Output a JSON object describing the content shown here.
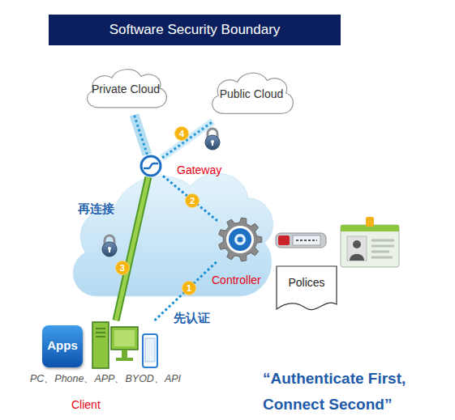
{
  "diagram": {
    "title": "Software Security Boundary",
    "nodes": [
      {
        "text": [
          "Private Cloud"
        ]
      },
      {
        "text": [
          "Public Cloud"
        ]
      },
      {
        "text": [
          "Gateway"
        ]
      },
      {
        "text": [
          "Controller"
        ]
      },
      {
        "text": [
          "Polices"
        ]
      },
      {
        "text": [
          "PC、Phone、APP、BYOD、API",
          "Client"
        ]
      },
      {
        "text": [
          "Apps"
        ],
        "in": 5
      }
    ],
    "edges": [
      {
        "from": 5,
        "to": 3,
        "label": "先认证",
        "arrow": "none"
      },
      {
        "from": 3,
        "to": 2,
        "arrow": "none"
      },
      {
        "from": 5,
        "to": 2,
        "label": "再连接",
        "arrow": "none"
      },
      {
        "from": 2,
        "to": 0,
        "arrow": "none"
      },
      {
        "from": 2,
        "to": 1,
        "arrow": "none"
      }
    ],
    "labels": [
      "1",
      "2",
      "3",
      "4",
      "“Authenticate First, Connect Second”"
    ]
  }
}
